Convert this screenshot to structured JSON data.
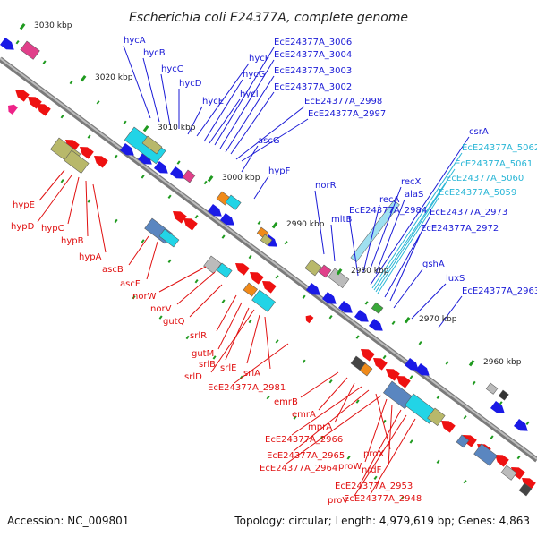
{
  "title": "Escherichia coli E24377A, complete genome",
  "accession": "Accession: NC_009801",
  "summary": "Topology: circular; Length: 4,979,619 bp; Genes: 4,863",
  "colors": {
    "forward_label": "#1a1ad6",
    "reverse_label": "#e01010",
    "rna_label": "#29b6d6",
    "backbone": "#8a8a8a",
    "tick": "#1f9a1f"
  },
  "ruler_ticks": [
    {
      "label": "3030 kbp"
    },
    {
      "label": "3020 kbp"
    },
    {
      "label": "3010 kbp"
    },
    {
      "label": "3000 kbp"
    },
    {
      "label": "2990 kbp"
    },
    {
      "label": "2980 kbp"
    },
    {
      "label": "2970 kbp"
    },
    {
      "label": "2960 kbp"
    }
  ],
  "forward_labels": [
    {
      "text": "hycA",
      "strand": "forward"
    },
    {
      "text": "hycB",
      "strand": "forward"
    },
    {
      "text": "hycC",
      "strand": "forward"
    },
    {
      "text": "hycD",
      "strand": "forward"
    },
    {
      "text": "hycE",
      "strand": "forward"
    },
    {
      "text": "hycF",
      "strand": "forward"
    },
    {
      "text": "hycG",
      "strand": "forward"
    },
    {
      "text": "hycI",
      "strand": "forward"
    },
    {
      "text": "EcE24377A_3006",
      "strand": "forward"
    },
    {
      "text": "EcE24377A_3004",
      "strand": "forward"
    },
    {
      "text": "EcE24377A_3003",
      "strand": "forward"
    },
    {
      "text": "EcE24377A_3002",
      "strand": "forward"
    },
    {
      "text": "EcE24377A_2998",
      "strand": "forward"
    },
    {
      "text": "EcE24377A_2997",
      "strand": "forward"
    },
    {
      "text": "ascG",
      "strand": "forward"
    },
    {
      "text": "hypF",
      "strand": "forward"
    },
    {
      "text": "norR",
      "strand": "forward"
    },
    {
      "text": "mltB",
      "strand": "forward"
    },
    {
      "text": "recX",
      "strand": "forward"
    },
    {
      "text": "recA",
      "strand": "forward"
    },
    {
      "text": "alaS",
      "strand": "forward"
    },
    {
      "text": "EcE24377A_2984",
      "strand": "forward"
    },
    {
      "text": "csrA",
      "strand": "forward"
    },
    {
      "text": "EcE24377A_5062",
      "strand": "rna"
    },
    {
      "text": "EcE24377A_5061",
      "strand": "rna"
    },
    {
      "text": "EcE24377A_5060",
      "strand": "rna"
    },
    {
      "text": "EcE24377A_5059",
      "strand": "rna"
    },
    {
      "text": "EcE24377A_2973",
      "strand": "forward"
    },
    {
      "text": "EcE24377A_2972",
      "strand": "forward"
    },
    {
      "text": "gshA",
      "strand": "forward"
    },
    {
      "text": "luxS",
      "strand": "forward"
    },
    {
      "text": "EcE24377A_2963",
      "strand": "forward"
    }
  ],
  "reverse_labels": [
    {
      "text": "hypE"
    },
    {
      "text": "hypD"
    },
    {
      "text": "hypC"
    },
    {
      "text": "hypB"
    },
    {
      "text": "hypA"
    },
    {
      "text": "ascB"
    },
    {
      "text": "ascF"
    },
    {
      "text": "norW"
    },
    {
      "text": "norV"
    },
    {
      "text": "gutQ"
    },
    {
      "text": "srlR"
    },
    {
      "text": "gutM"
    },
    {
      "text": "srlB"
    },
    {
      "text": "srlD"
    },
    {
      "text": "srlE"
    },
    {
      "text": "srlA"
    },
    {
      "text": "EcE24377A_2981"
    },
    {
      "text": "emrB"
    },
    {
      "text": "emrA"
    },
    {
      "text": "mprA"
    },
    {
      "text": "EcE24377A_2966"
    },
    {
      "text": "EcE24377A_2965"
    },
    {
      "text": "proX"
    },
    {
      "text": "EcE24377A_2964"
    },
    {
      "text": "proW"
    },
    {
      "text": "nrdF"
    },
    {
      "text": "EcE24377A_2953"
    },
    {
      "text": "proV"
    },
    {
      "text": "EcE24377A_2948"
    }
  ]
}
